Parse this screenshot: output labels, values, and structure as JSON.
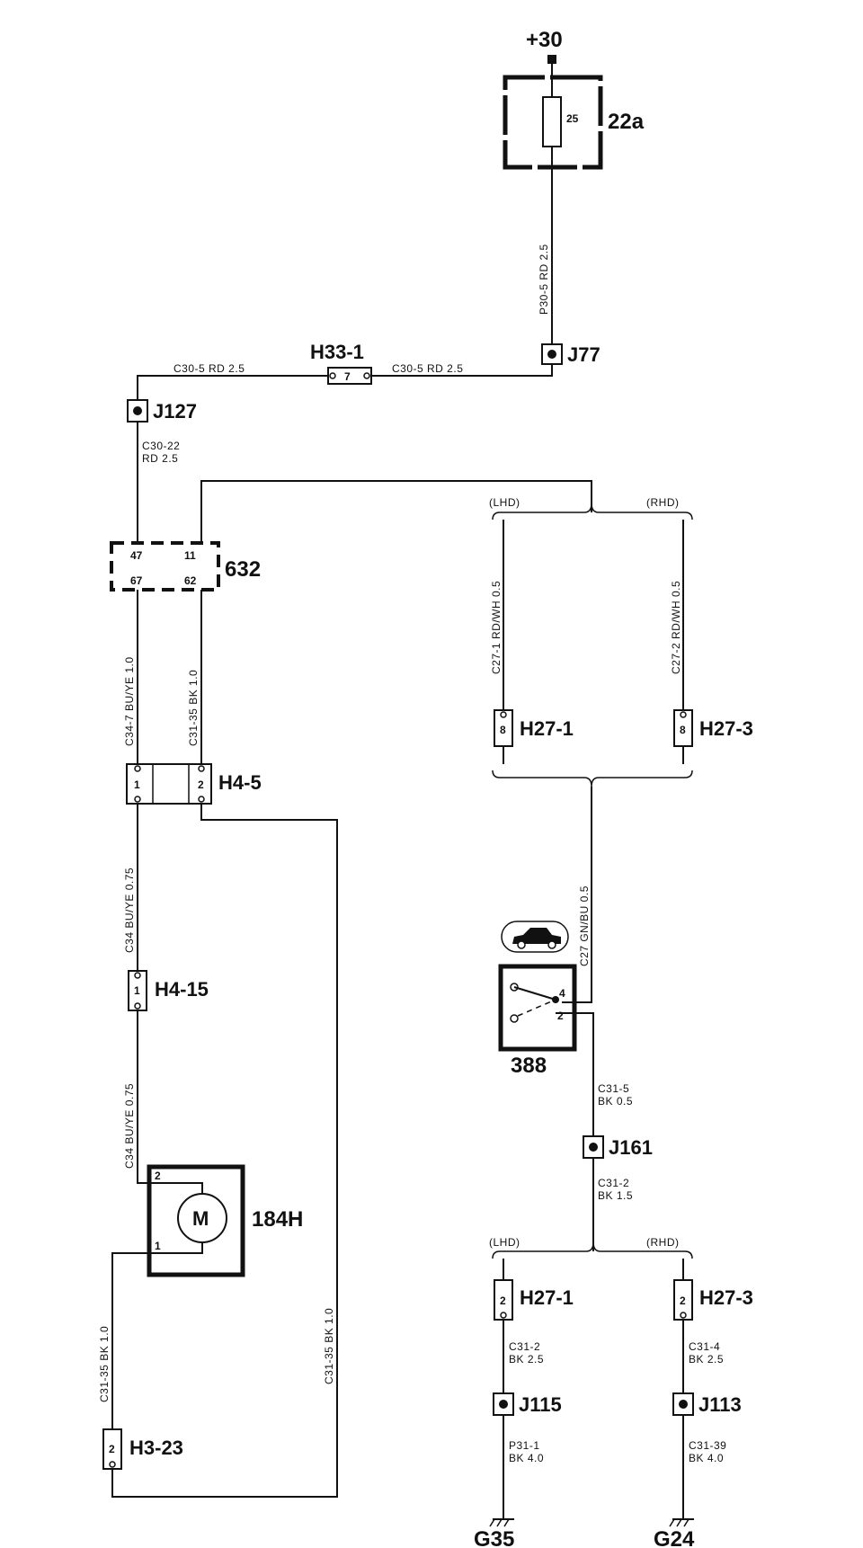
{
  "supply": {
    "label": "+30"
  },
  "fuse": {
    "id": "22a",
    "rating": "25"
  },
  "wires": {
    "fuse_to_j77": "P30-5   RD 2.5",
    "h33_left": "C30-5   RD 2.5",
    "h33_right": "C30-5   RD 2.5",
    "j127_down_1": "C30-22",
    "j127_down_2": "RD 2.5",
    "h27_1_top": "C27-1   RD/WH 0.5",
    "h27_3_top": "C27-2   RD/WH 0.5",
    "c34_7": "C34-7   BU/YE 1.0",
    "c31_35_top": "C31-35   BK 1.0",
    "c34_a": "C34   BU/YE   0.75",
    "c34_b": "C34   BU/YE   0.75",
    "c27_switch": "C27   GN/BU 0.5",
    "c31_5_1": "C31-5",
    "c31_5_2": "BK  0.5",
    "c31_2a_1": "C31-2",
    "c31_2a_2": "BK  1.5",
    "c31_35_left": "C31-35   BK 1.0",
    "c31_35_right": "C31-35   BK 1.0",
    "c31_2b_1": "C31-2",
    "c31_2b_2": "BK  2.5",
    "c31_4_1": "C31-4",
    "c31_4_2": "BK  2.5",
    "p31_1_1": "P31-1",
    "p31_1_2": "BK  4.0",
    "c31_39_1": "C31-39",
    "c31_39_2": "BK  4.0"
  },
  "connectors": {
    "h33_1": {
      "id": "H33-1",
      "pin": "7"
    },
    "h27_1_top": {
      "id": "H27-1",
      "pin": "8"
    },
    "h27_3_top": {
      "id": "H27-3",
      "pin": "8"
    },
    "h4_5": {
      "id": "H4-5",
      "pin1": "1",
      "pin2": "2"
    },
    "h4_15": {
      "id": "H4-15",
      "pin": "1"
    },
    "h3_23": {
      "id": "H3-23",
      "pin": "2"
    },
    "h27_1_bottom": {
      "id": "H27-1",
      "pin": "2"
    },
    "h27_3_bottom": {
      "id": "H27-3",
      "pin": "2"
    }
  },
  "splices": {
    "j77": "J77",
    "j127": "J127",
    "j161": "J161",
    "j115": "J115",
    "j113": "J113"
  },
  "module_632": {
    "id": "632",
    "pins": [
      "47",
      "11",
      "67",
      "62"
    ]
  },
  "motor": {
    "id": "184H",
    "symbol": "M",
    "pin_top": "2",
    "pin_bottom": "1"
  },
  "switch_388": {
    "id": "388",
    "pin_a": "4",
    "pin_b": "2"
  },
  "variants": {
    "lhd": "(LHD)",
    "rhd": "(RHD)"
  },
  "grounds": {
    "g35": "G35",
    "g24": "G24"
  }
}
